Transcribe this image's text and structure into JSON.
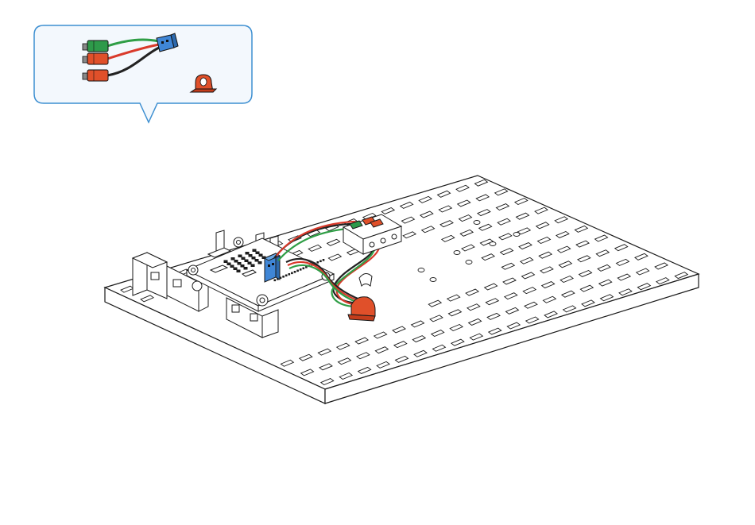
{
  "colors": {
    "background": "#ffffff",
    "line": "#1a1a1a",
    "callout_border": "#3d8fd1",
    "callout_fill": "#f3f8fd",
    "plug_red": "#e0502a",
    "plug_green": "#2e9a4a",
    "connector_blue": "#3f86d6",
    "wire_red": "#d93a2b",
    "wire_green": "#2f9e46",
    "wire_black": "#222222",
    "part_grey": "#f2f2f2"
  },
  "callout": {
    "parts": [
      {
        "kind": "cable-bundle",
        "icon": "cable-bundle-icon",
        "plugs": [
          "green",
          "red",
          "red"
        ],
        "connector": "blue"
      },
      {
        "kind": "red-bracket",
        "icon": "red-bracket-icon"
      }
    ]
  },
  "board": {
    "icon": "baseplate-icon",
    "mounted": [
      "microcontroller-board",
      "blue-connector",
      "wire-harness",
      "white-module",
      "red-clip",
      "grey-support-blocks"
    ]
  }
}
